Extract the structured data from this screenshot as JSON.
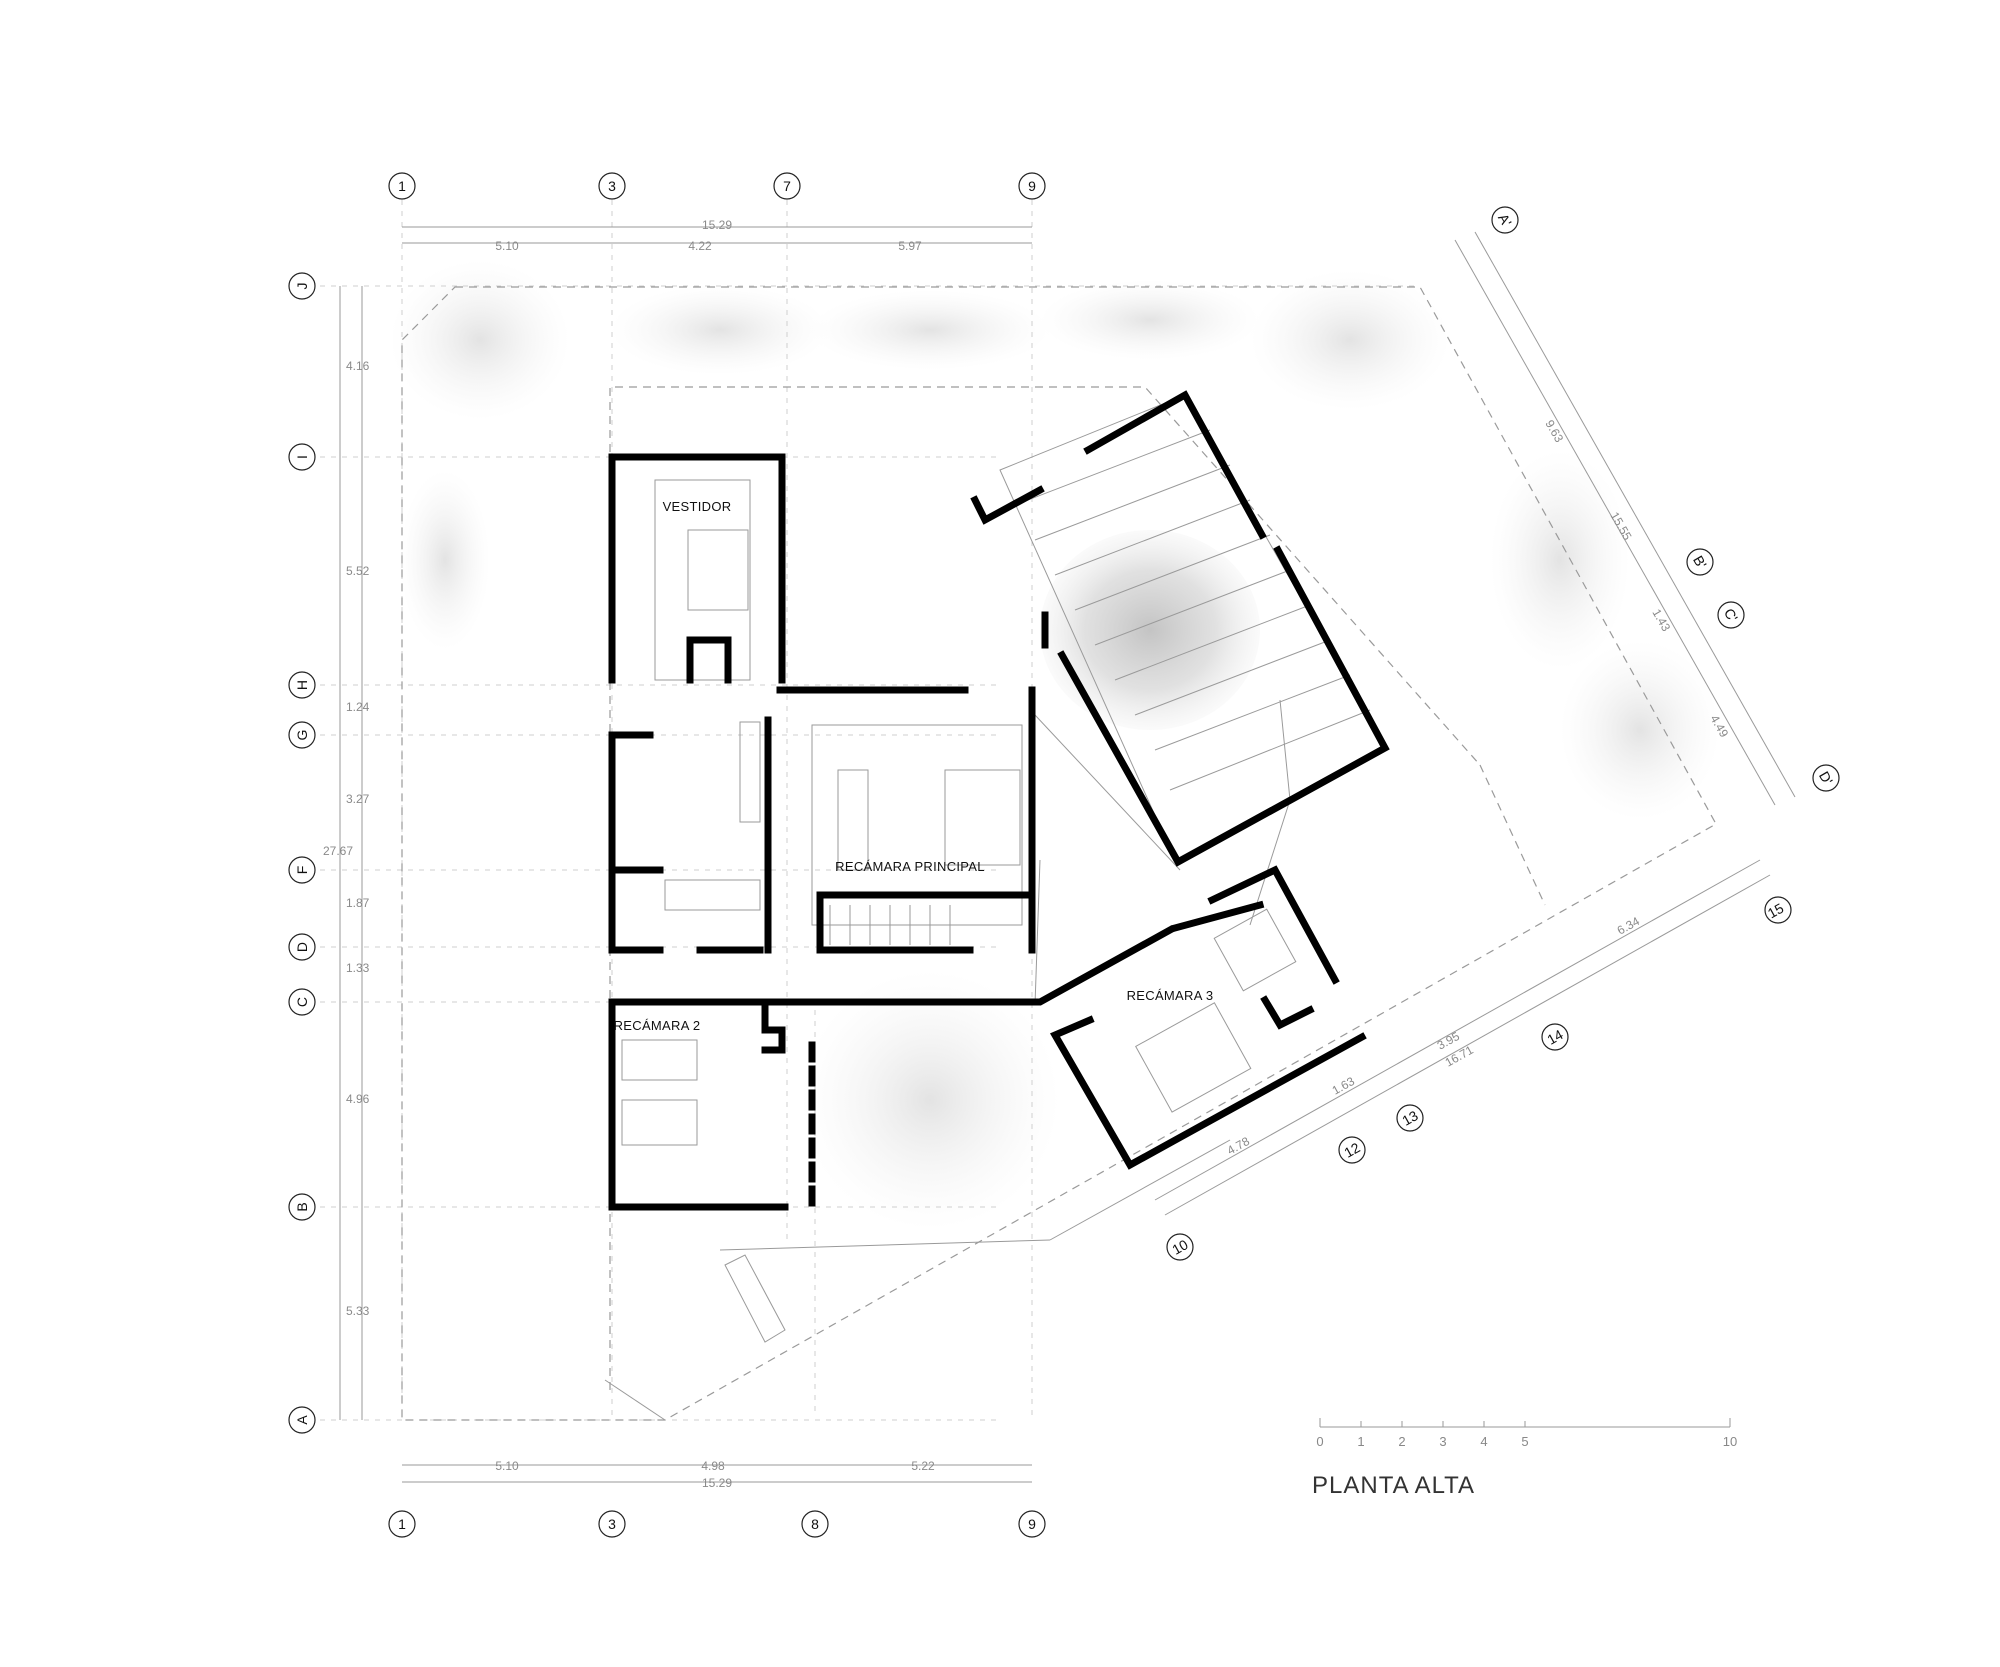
{
  "title": "PLANTA ALTA",
  "rooms": {
    "vestidor": "VESTIDOR",
    "principal": "RECÁMARA PRINCIPAL",
    "recamara2": "RECÁMARA 2",
    "recamara3": "RECÁMARA 3"
  },
  "grid_top": [
    "1",
    "3",
    "7",
    "9"
  ],
  "grid_bottom": [
    "1",
    "3",
    "8",
    "9"
  ],
  "grid_left": [
    "J",
    "I",
    "H",
    "G",
    "F",
    "D",
    "C",
    "B",
    "A"
  ],
  "grid_diag_right": [
    "A'",
    "B'",
    "C'",
    "D'"
  ],
  "grid_diag_bottom": [
    "10",
    "12",
    "13",
    "14",
    "15"
  ],
  "dims_top": {
    "total": "15.29",
    "d1": "5.10",
    "d2": "4.22",
    "d3": "5.97"
  },
  "dims_bottom": {
    "total": "15.29",
    "d1": "5.10",
    "d2": "4.98",
    "d3": "5.22"
  },
  "dims_left": {
    "total": "27.67",
    "d1": "4.16",
    "d2": "5.52",
    "d3": "1.24",
    "d4": "3.27",
    "d5": "1.87",
    "d6": "1.33",
    "d7": "4.96",
    "d8": "5.33"
  },
  "dims_right": {
    "total": "15.55",
    "d1": "9.63",
    "d2": "1.43",
    "d3": "4.49"
  },
  "dims_diag": {
    "total": "16.71",
    "d1": "6.34",
    "d2": "3.95",
    "d3": "1.63",
    "d4": "4.78"
  },
  "scale_labels": [
    "0",
    "1",
    "2",
    "3",
    "4",
    "5",
    "10"
  ],
  "colors": {
    "wall": "#000000",
    "line": "#9a9a9a",
    "tree": "#d2d2d2"
  }
}
